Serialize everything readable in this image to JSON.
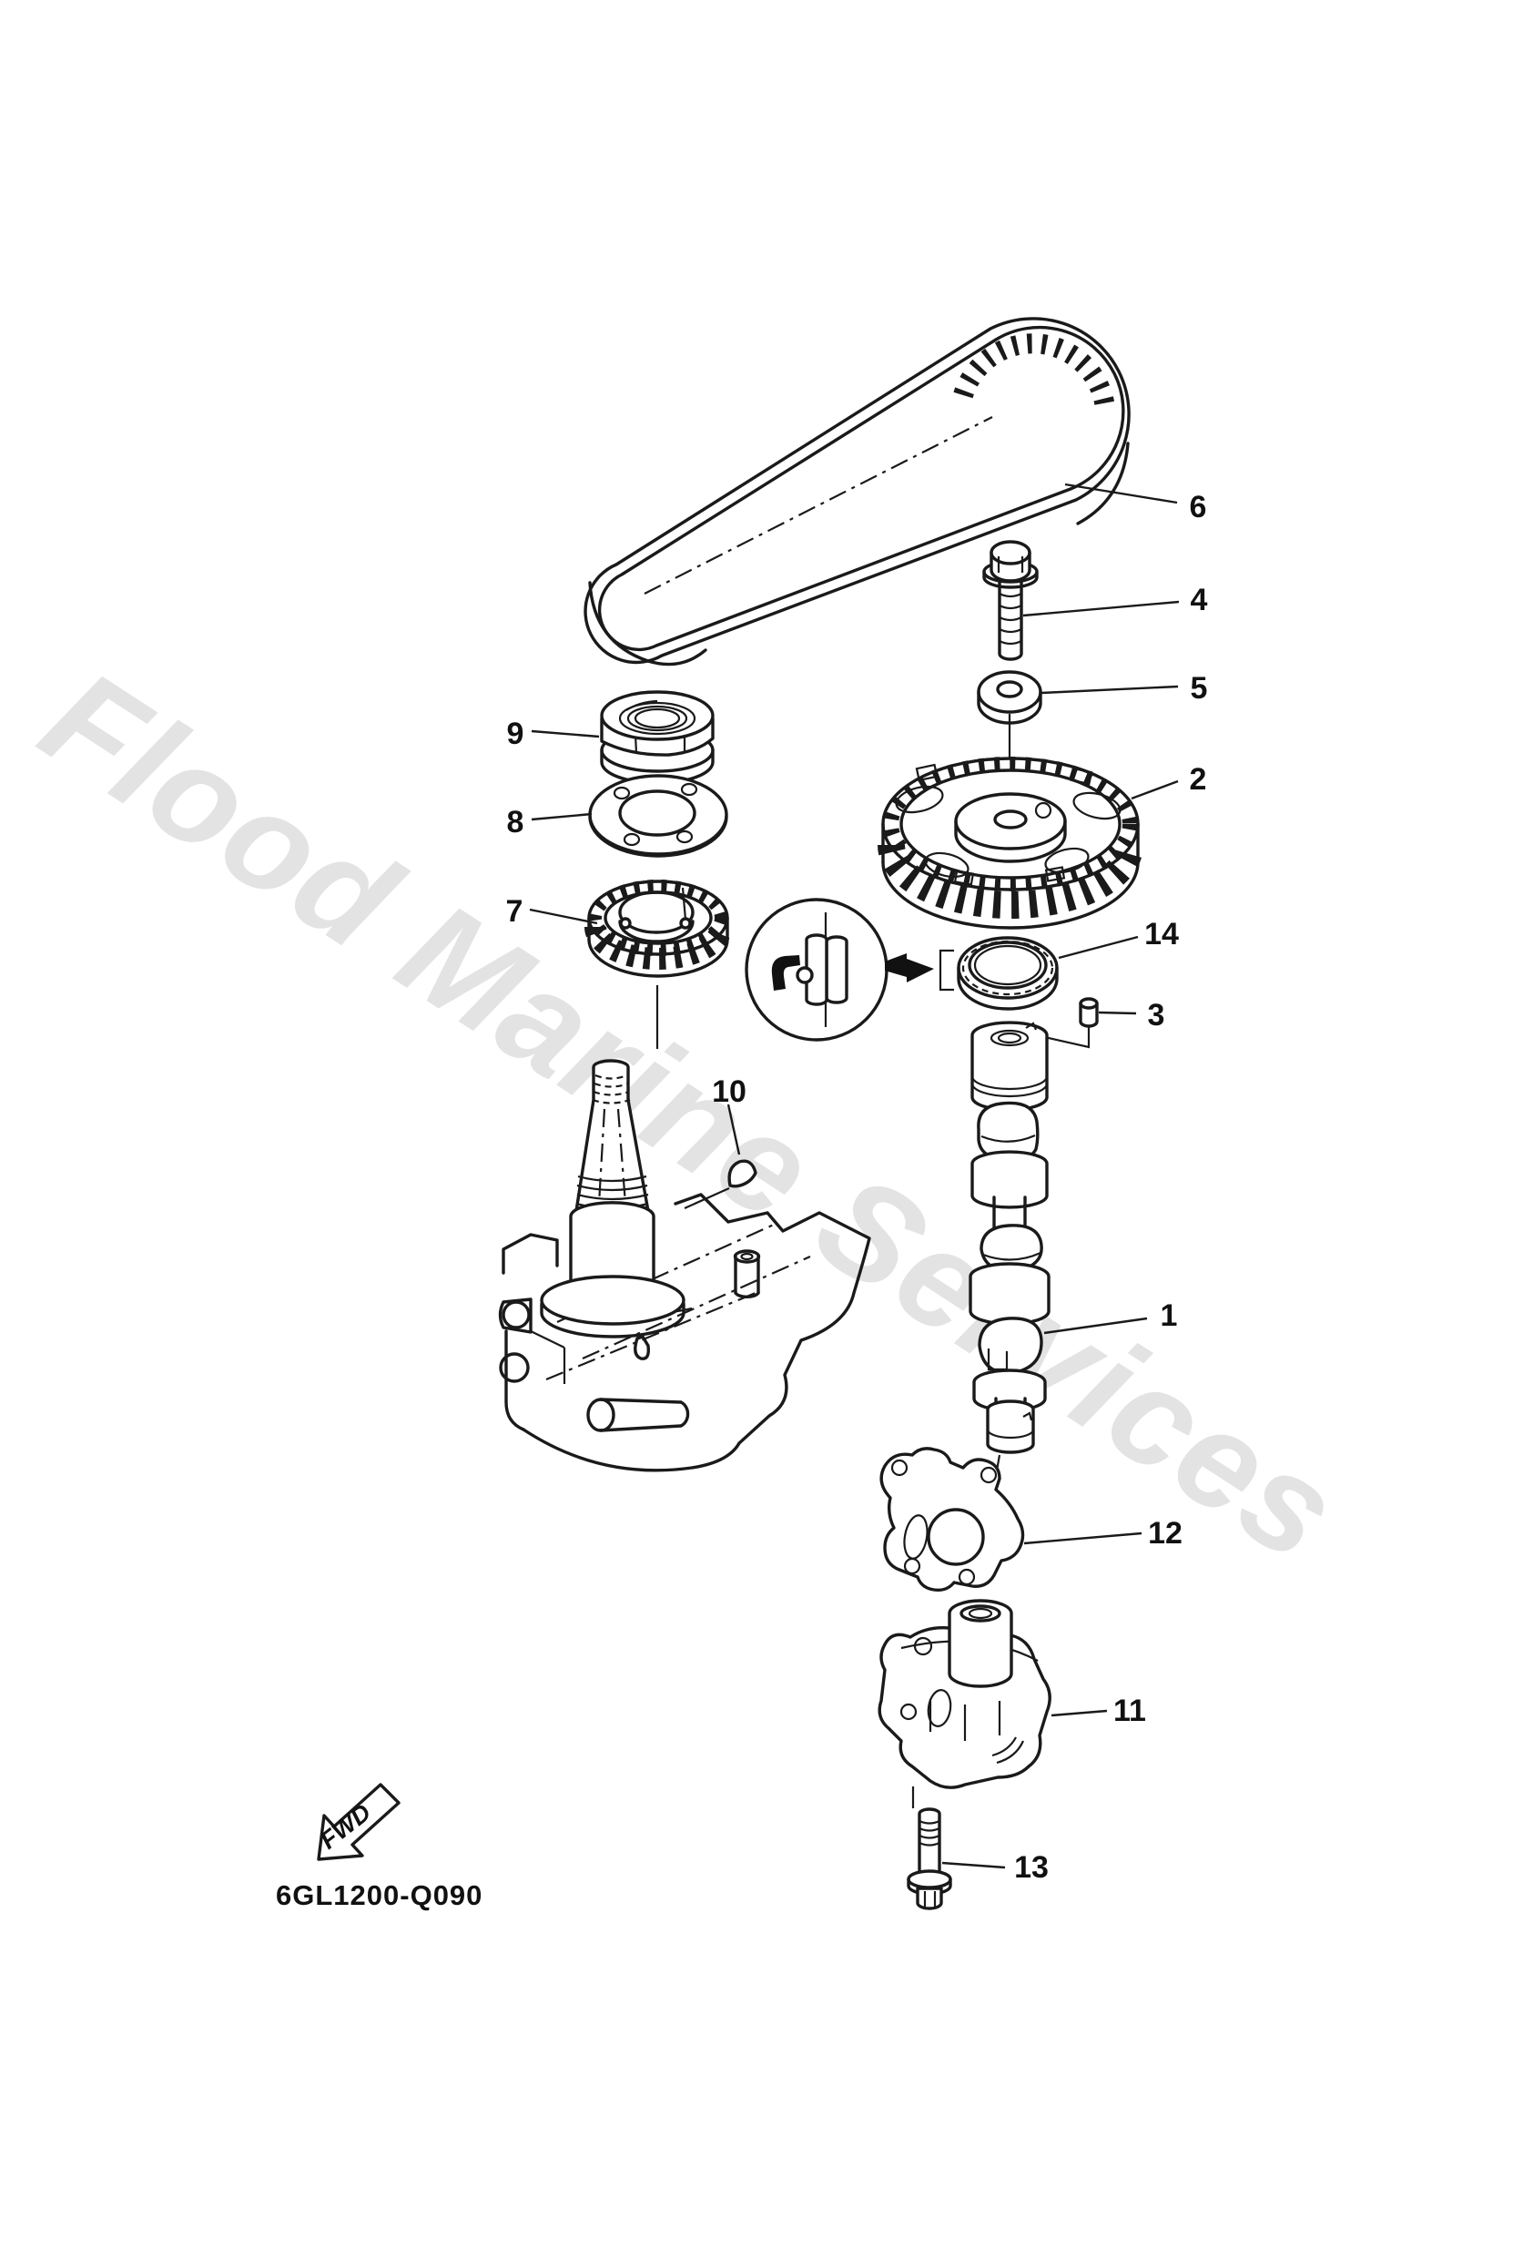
{
  "page": {
    "background": "#ffffff",
    "line_color": "#1a1a1a"
  },
  "watermark": {
    "text": "Flood Marine Services",
    "color": "#e3e3e3"
  },
  "footer": {
    "drawing_code": "6GL1200-Q090"
  },
  "fwd_marker": {
    "label": "FWD"
  },
  "callouts": {
    "labels": [
      "1",
      "2",
      "3",
      "4",
      "5",
      "6",
      "7",
      "8",
      "9",
      "10",
      "11",
      "12",
      "13",
      "14"
    ]
  }
}
